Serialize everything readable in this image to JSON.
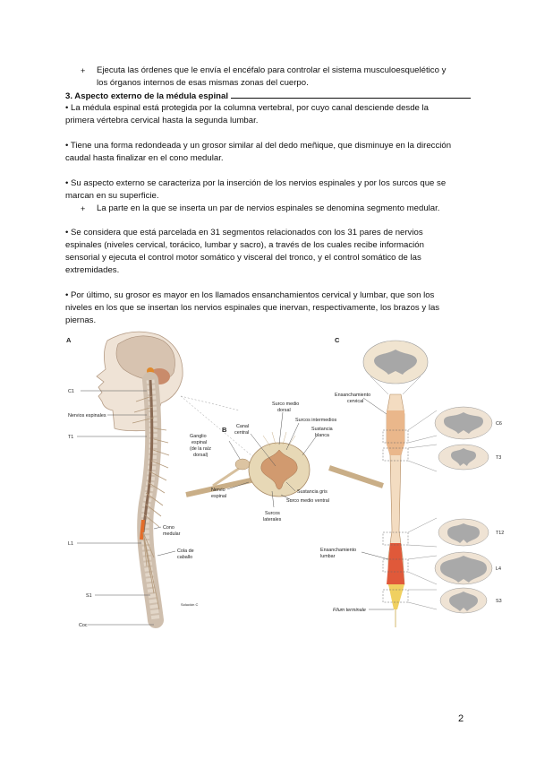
{
  "document": {
    "sub_item_1_line1": "Ejecuta las órdenes que le envía el encéfalo para controlar el sistema musculoesquelético y",
    "sub_item_1_line2": "los órganos internos de esas mismas zonas del cuerpo.",
    "heading": "3. Aspecto externo de la médula espinal",
    "p1_line1": "• La médula espinal está protegida por la columna vertebral, por cuyo canal desciende desde la",
    "p1_line2": "primera vértebra cervical hasta la segunda lumbar.",
    "p2_line1": "• Tiene una forma redondeada y un grosor similar al del dedo meñique, que disminuye en la dirección",
    "p2_line2": "caudal hasta finalizar en el cono medular.",
    "p3_line1": "• Su aspecto externo se caracteriza por la inserción de los nervios espinales y por los surcos que se",
    "p3_line2": "marcan en su superficie.",
    "sub_item_2": "La parte en la que se inserta un par de nervios espinales se denomina segmento medular.",
    "p4_line1": "• Se considera que está parcelada en 31 segmentos relacionados con los 31 pares de nervios",
    "p4_line2": "espinales (niveles cervical, torácico, lumbar y sacro), a través de los cuales recibe información",
    "p4_line3": "sensorial y ejecuta el control motor somático y visceral del tronco, y el control somático de las",
    "p4_line4": "extremidades.",
    "p5_line1": "• Por último, su grosor es mayor en los llamados ensanchamientos cervical y lumbar, que son los",
    "p5_line2": "niveles en los que se insertan los nervios espinales que inervan, respectivamente, los brazos y las",
    "p5_line3": "piernas.",
    "bullet_mark": "+",
    "page_number": "2"
  },
  "figure": {
    "panel_a": "A",
    "panel_b": "B",
    "panel_c": "C",
    "a_c1": "C1",
    "a_nervios": "Nervios espinales",
    "a_t1": "T1",
    "a_l1": "L1",
    "a_s1": "S1",
    "a_coc": "Coc",
    "a_cono_1": "Cono",
    "a_cono_2": "medular",
    "a_cola_1": "Cola de",
    "a_cola_2": "caballo",
    "a_credit": "Solución C",
    "b_canal_1": "Canal",
    "b_canal_2": "central",
    "b_surco_dorsal_1": "Surco medio",
    "b_surco_dorsal_2": "dorsal",
    "b_surcos_intermedios": "Surcos intermedios",
    "b_sustancia_blanca_1": "Sustancia",
    "b_sustancia_blanca_2": "blanca",
    "b_ganglio_1": "Ganglio",
    "b_ganglio_2": "espinal",
    "b_ganglio_3": "(de la raíz",
    "b_ganglio_4": "dorsal)",
    "b_nervio_1": "Nervio",
    "b_nervio_2": "espinal",
    "b_sustancia_gris": "Sustancia gris",
    "b_surco_ventral": "Surco medio ventral",
    "b_surcos_lat_1": "Surcos",
    "b_surcos_lat_2": "laterales",
    "c_ens_cervical_1": "Ensanchamiento",
    "c_ens_cervical_2": "cervical",
    "c_ens_lumbar_1": "Ensanchamiento",
    "c_ens_lumbar_2": "lumbar",
    "c_filum": "Filum terminale",
    "c_c6": "C6",
    "c_t3": "T3",
    "c_t12": "T12",
    "c_l4": "L4",
    "c_s3": "S3"
  }
}
